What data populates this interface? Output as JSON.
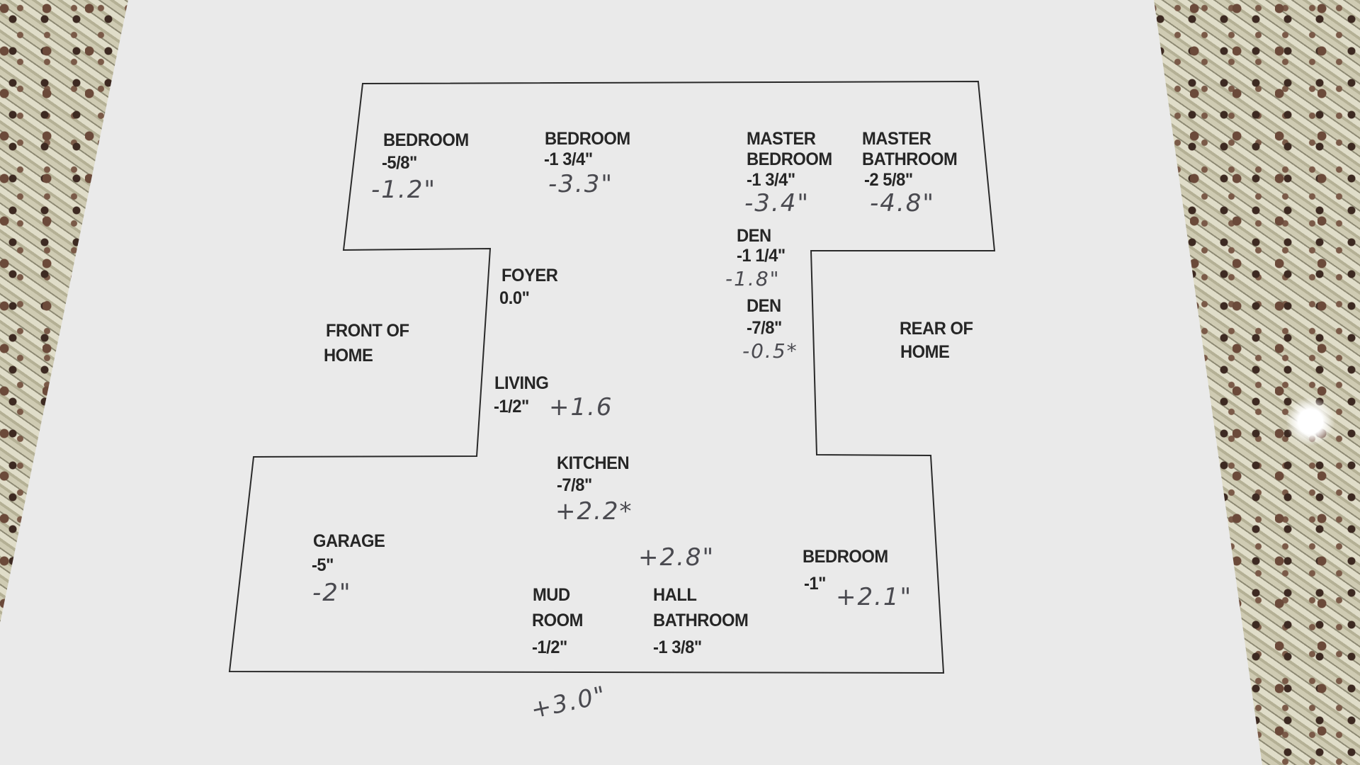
{
  "plan": {
    "rooms": [
      {
        "name": "BEDROOM",
        "printed": "-5/8\"",
        "handwritten": "-1.2\""
      },
      {
        "name": "BEDROOM",
        "printed": "-1 3/4\"",
        "handwritten": "-3.3\""
      },
      {
        "name_line1": "MASTER",
        "name_line2": "BEDROOM",
        "printed": "-1 3/4\"",
        "handwritten": "-3.4\""
      },
      {
        "name_line1": "MASTER",
        "name_line2": "BATHROOM",
        "printed": "-2 5/8\"",
        "handwritten": "-4.8\""
      },
      {
        "name": "DEN",
        "printed": "-1 1/4\"",
        "handwritten": "-1.8\""
      },
      {
        "name": "FOYER",
        "printed": "0.0\""
      },
      {
        "name": "DEN",
        "printed": "-7/8\"",
        "handwritten": "-0.5*"
      },
      {
        "name": "LIVING",
        "printed": "-1/2\"",
        "handwritten": "+1.6"
      },
      {
        "name": "KITCHEN",
        "printed": "-7/8\"",
        "handwritten": "+2.2*"
      },
      {
        "name": "GARAGE",
        "printed": "-5\"",
        "handwritten": "-2\""
      },
      {
        "name": "BEDROOM",
        "printed": "-1\"",
        "handwritten": "+2.1\""
      },
      {
        "name_line1": "MUD",
        "name_line2": "ROOM",
        "printed": "-1/2\""
      },
      {
        "name_line1": "HALL",
        "name_line2": "BATHROOM",
        "printed": "-1 3/8\""
      }
    ],
    "front": {
      "line1": "FRONT OF",
      "line2": "HOME"
    },
    "rear": {
      "line1": "REAR OF",
      "line2": "HOME"
    },
    "extra_handwritten": [
      "+2.8\"",
      "+3.0\""
    ]
  }
}
